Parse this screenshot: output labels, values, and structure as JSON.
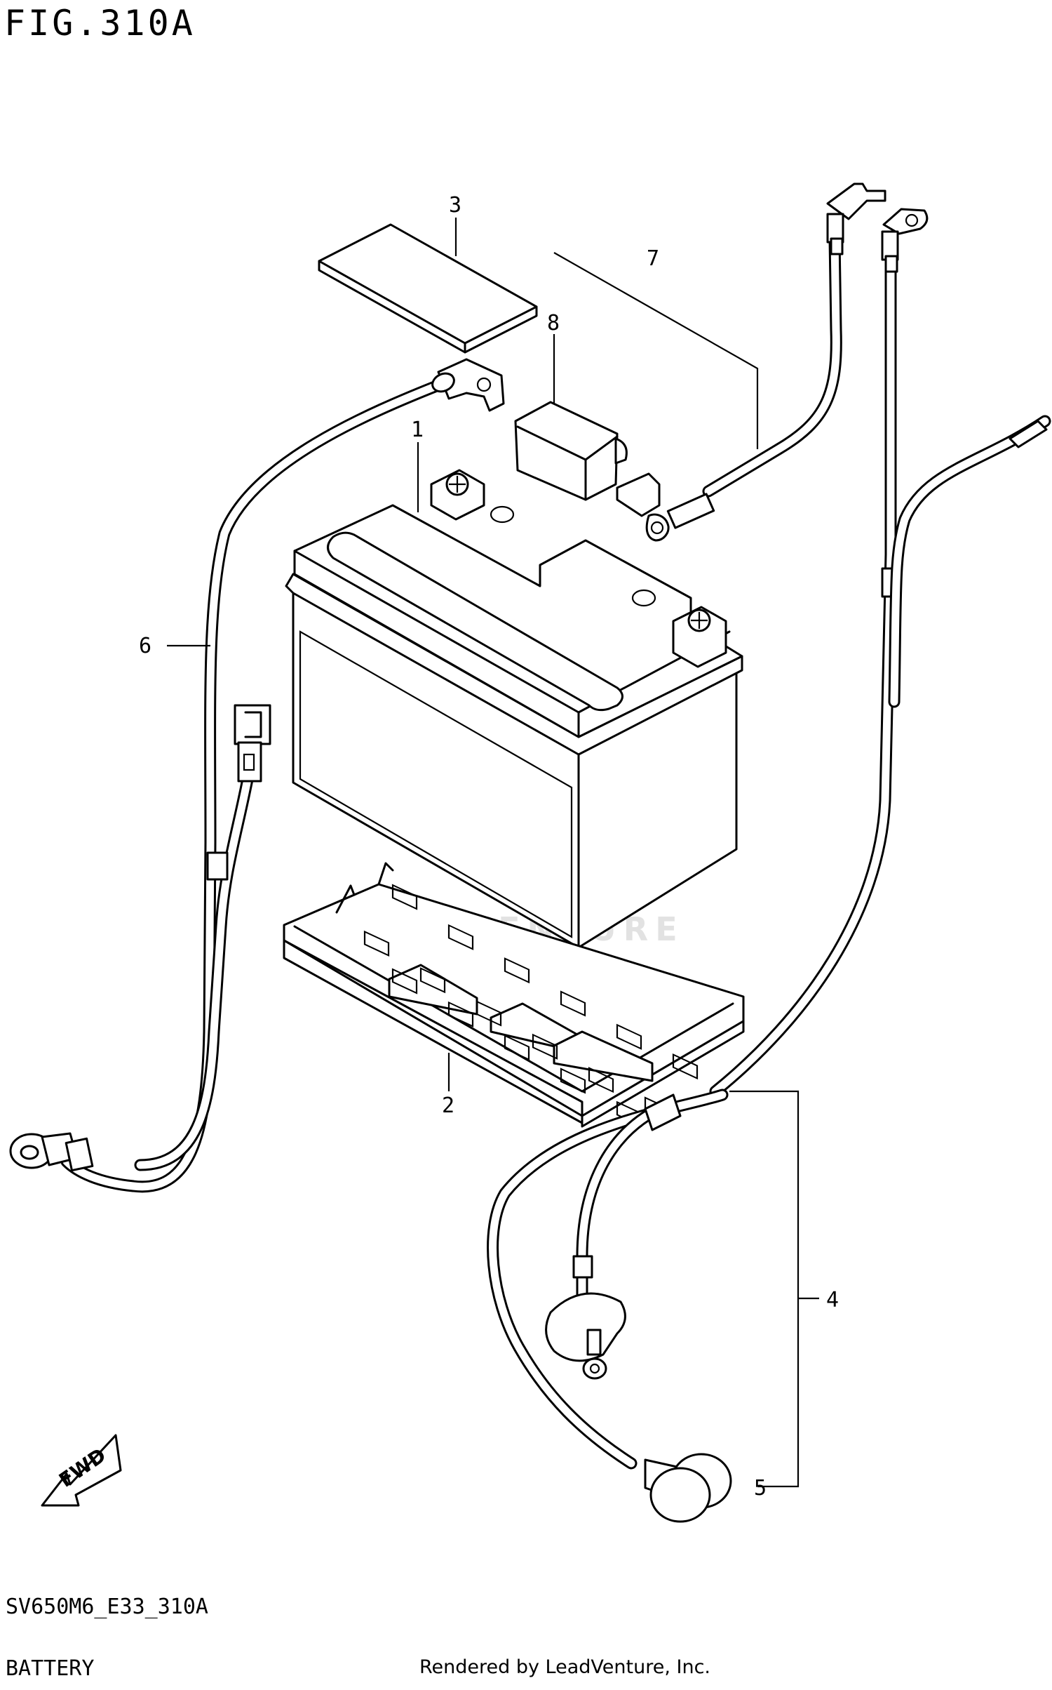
{
  "header": {
    "figure": "FIG.310A"
  },
  "footer": {
    "model_code": "SV650M6_E33_310A",
    "section": "BATTERY",
    "credit": "Rendered by LeadVenture, Inc."
  },
  "watermark": {
    "text": "LEADVENTURE"
  },
  "badge": {
    "fwd": "FWD"
  },
  "callouts": {
    "c1": "1",
    "c2": "2",
    "c3": "3",
    "c4": "4",
    "c5": "5",
    "c6": "6",
    "c7": "7",
    "c8": "8"
  }
}
